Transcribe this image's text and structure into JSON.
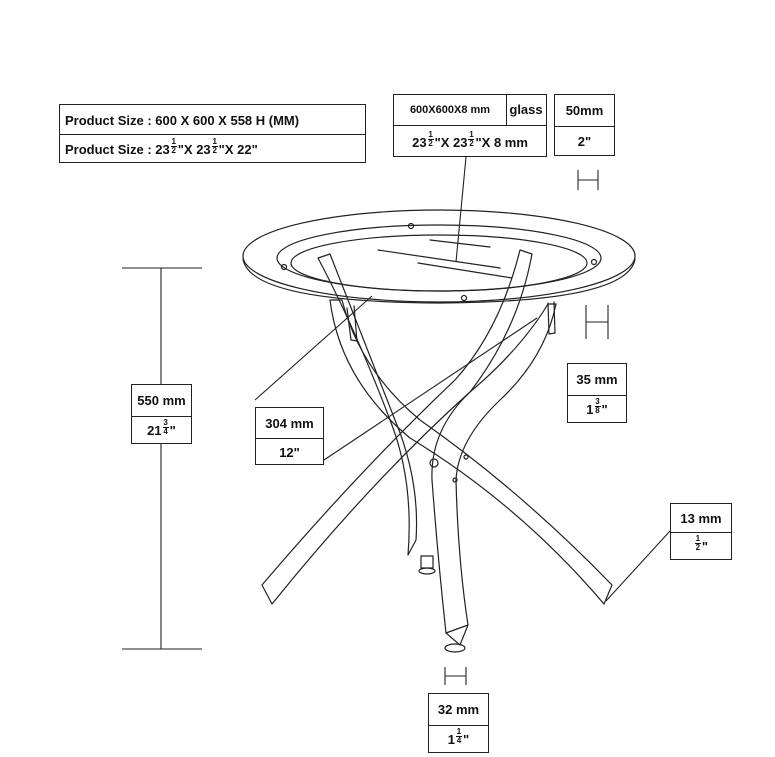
{
  "product_size": {
    "metric": "Product Size : 600 X 600 X 558 H (MM)",
    "imperial_prefix": "Product Size : 23",
    "imperial_mid": " X 23",
    "imperial_suffix": " X 22\"",
    "fraction_num": "1",
    "fraction_den": "2"
  },
  "glass": {
    "metric": "600X600X8 mm",
    "material": "glass",
    "imperial_prefix": "23",
    "imperial_mid": " X 23",
    "imperial_suffix": " X 8 mm",
    "fraction_num": "1",
    "fraction_den": "2"
  },
  "dimensions": {
    "top_thickness": {
      "metric": "50mm",
      "imperial": "2\""
    },
    "ring_thickness": {
      "metric": "35 mm",
      "imperial_whole": "1",
      "fraction_num": "3",
      "fraction_den": "8"
    },
    "height": {
      "metric": "550 mm",
      "imperial_whole": "21",
      "fraction_num": "3",
      "fraction_den": "4"
    },
    "leg_span": {
      "metric": "304 mm",
      "imperial": "12\""
    },
    "leg_thickness": {
      "metric": "13 mm",
      "imperial_whole": "",
      "fraction_num": "1",
      "fraction_den": "2"
    },
    "foot_width": {
      "metric": "32 mm",
      "imperial_whole": "1",
      "fraction_num": "1",
      "fraction_den": "4"
    }
  }
}
